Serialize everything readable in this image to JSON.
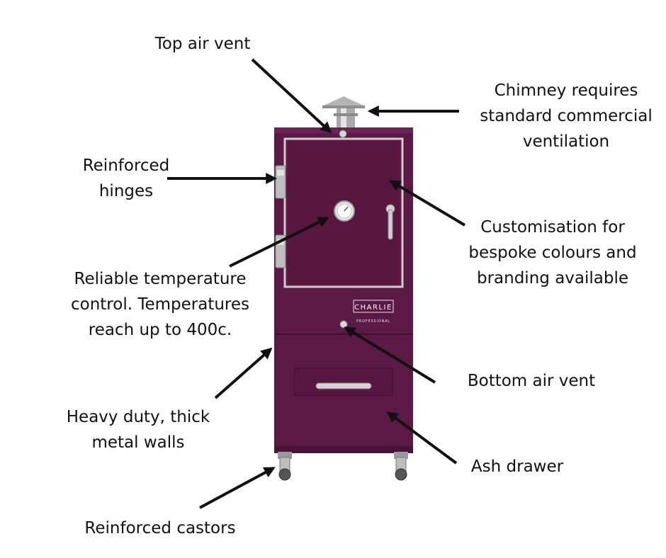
{
  "brand": {
    "name": "CHARLIE",
    "sub": "PROFESSIONAL"
  },
  "colors": {
    "body": "#5b1a45",
    "body_dark": "#3f0f2f",
    "steel": "#c9c9c9",
    "arrow": "#111111"
  },
  "labels": {
    "top_air_vent": [
      "Top air vent"
    ],
    "chimney": [
      "Chimney requires",
      "standard commercial",
      "ventilation"
    ],
    "hinges": [
      "Reinforced",
      "hinges"
    ],
    "customisation": [
      "Customisation for",
      "bespoke colours and",
      "branding available"
    ],
    "temperature": [
      "Reliable temperature",
      "control. Temperatures",
      "reach up to 400c."
    ],
    "bottom_air_vent": [
      "Bottom air vent"
    ],
    "walls": [
      "Heavy duty, thick",
      "metal walls"
    ],
    "ash_drawer": [
      "Ash drawer"
    ],
    "castors": [
      "Reinforced castors"
    ]
  }
}
